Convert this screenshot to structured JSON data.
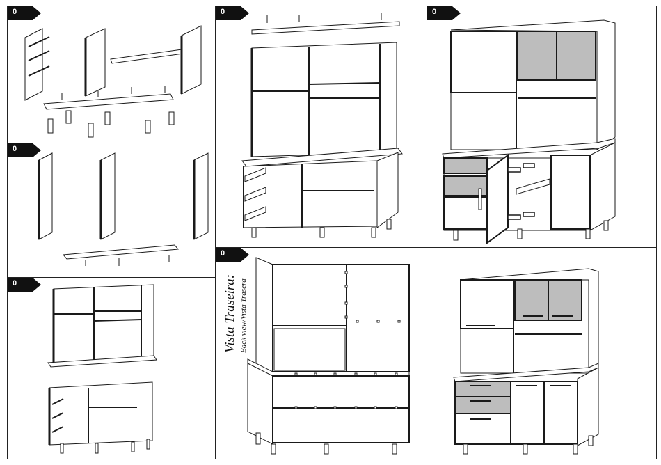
{
  "steps": [
    {
      "number": "0"
    },
    {
      "number": "0"
    },
    {
      "number": "0"
    },
    {
      "number": "0"
    },
    {
      "number": "0"
    },
    {
      "number": "0"
    }
  ],
  "back_view": {
    "title": "Vista Traseira:",
    "subtitle": "Back view/Vista Trasera"
  },
  "colors": {
    "line": "#1a1a1a",
    "shelf_gray": "#bdbdbd",
    "badge": "#111111"
  }
}
